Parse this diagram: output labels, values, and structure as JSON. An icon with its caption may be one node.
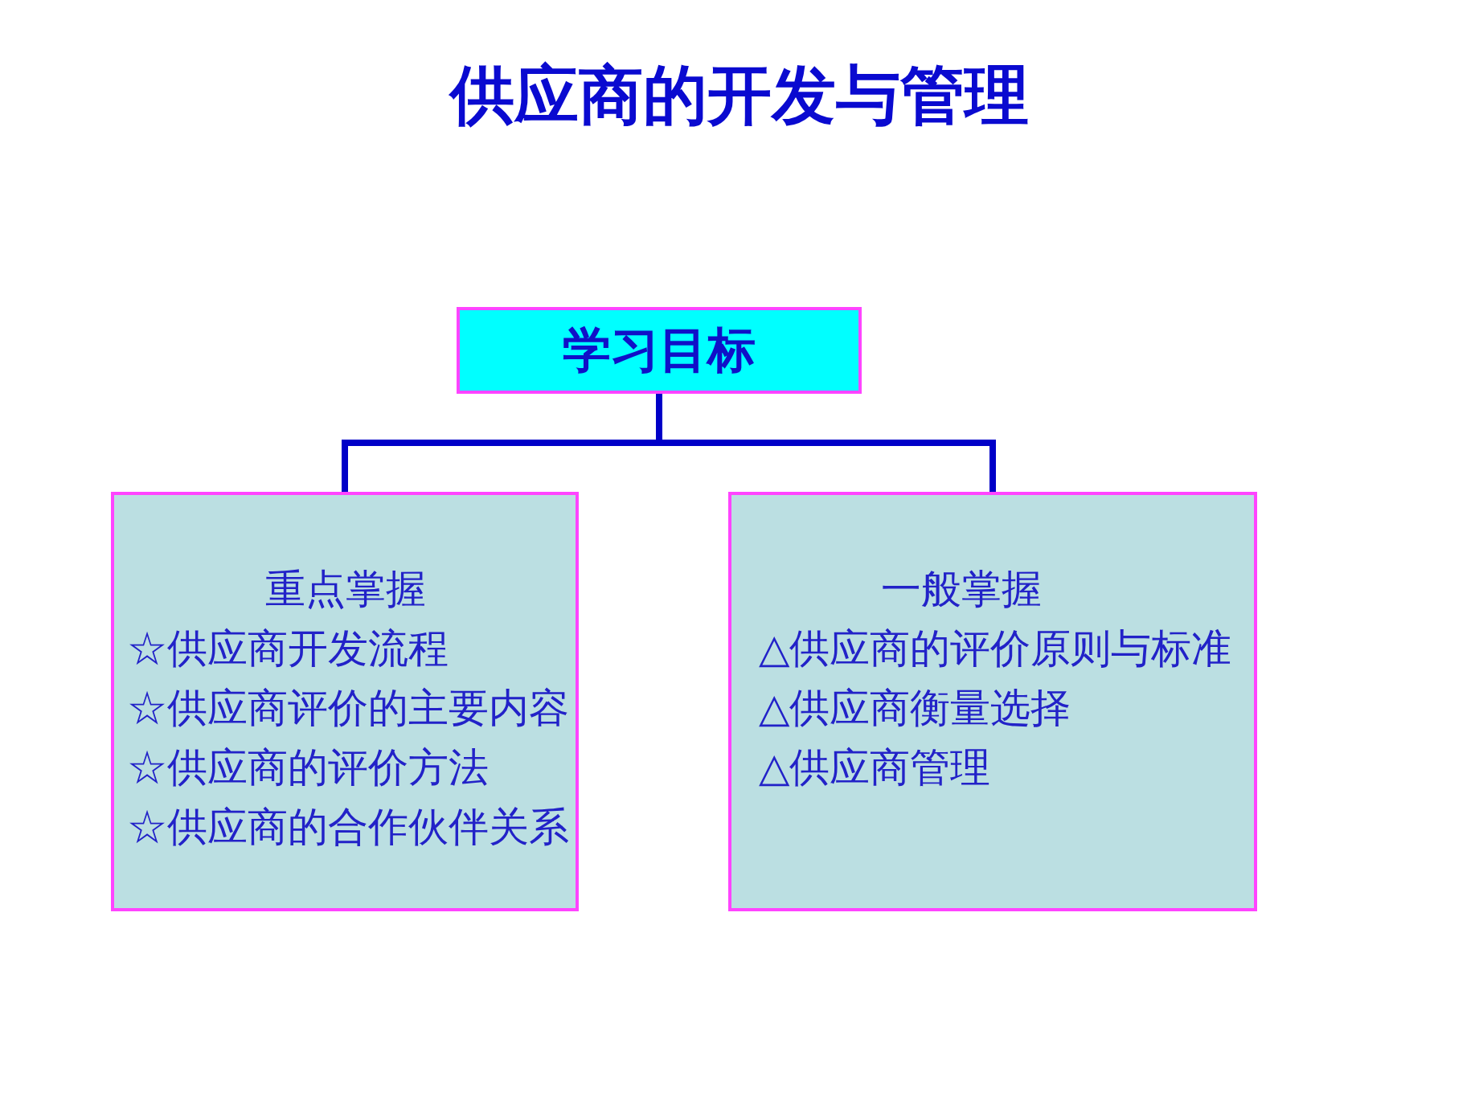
{
  "diagram": {
    "title": "供应商的开发与管理",
    "nodes": [
      {
        "text": [
          "学习目标"
        ]
      },
      {
        "text": [
          "重点掌握",
          "☆供应商开发流程",
          "☆供应商评价的主要内容",
          "☆供应商的评价方法",
          "☆供应商的合作伙伴关系"
        ]
      },
      {
        "text": [
          "一般掌握",
          "△供应商的评价原则与标准",
          "△供应商衡量选择",
          "△供应商管理"
        ]
      }
    ],
    "edges": [
      {
        "from": 0,
        "to": 1,
        "arrow": "none"
      },
      {
        "from": 0,
        "to": 2,
        "arrow": "none"
      }
    ]
  }
}
